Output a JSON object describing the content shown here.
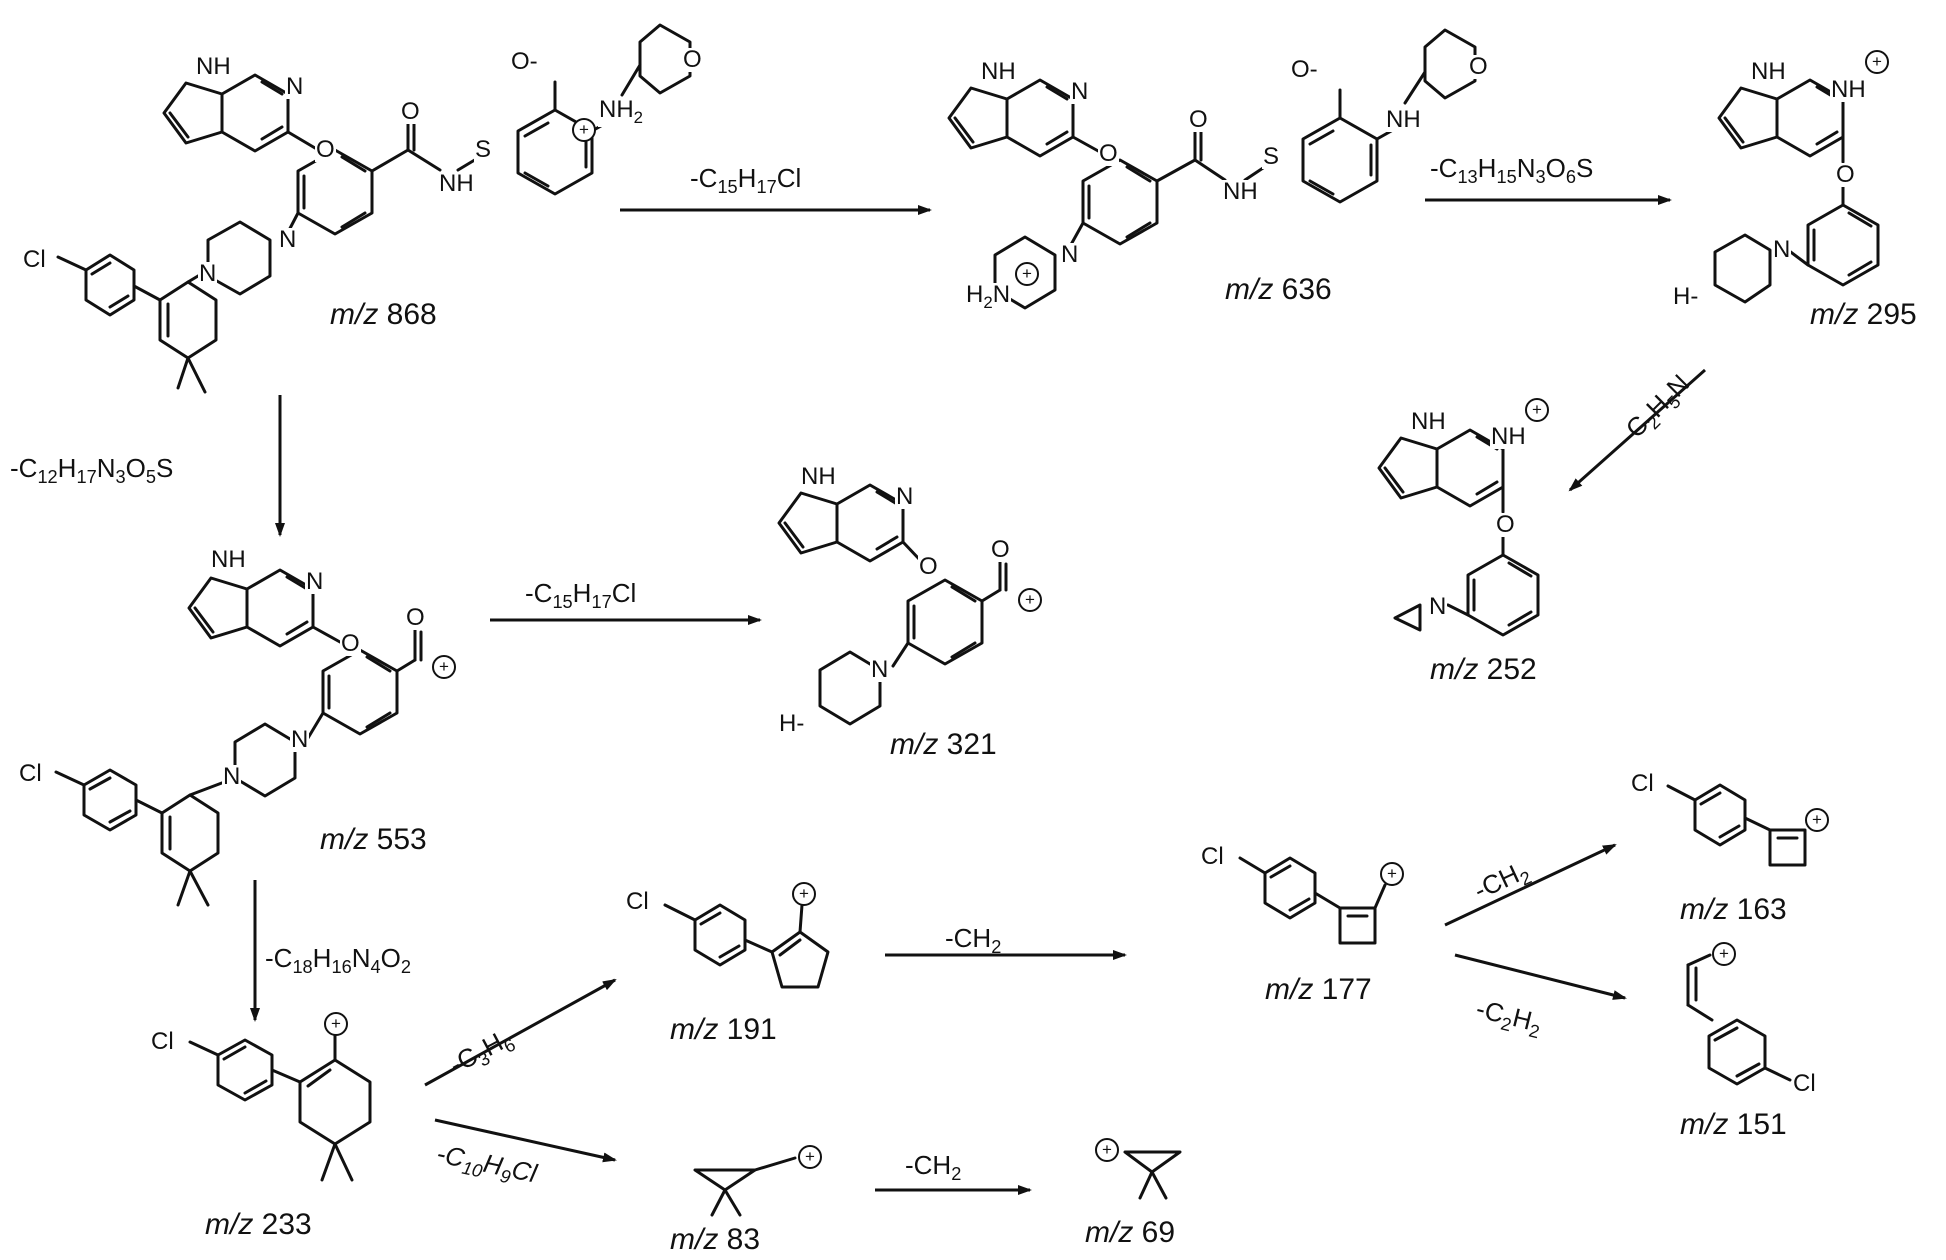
{
  "compounds": {
    "c868": {
      "prefix": "m/z",
      "mass": "868"
    },
    "c636": {
      "prefix": "m/z",
      "mass": "636"
    },
    "c295": {
      "prefix": "m/z",
      "mass": "295"
    },
    "c252": {
      "prefix": "m/z",
      "mass": "252"
    },
    "c553": {
      "prefix": "m/z",
      "mass": "553"
    },
    "c321": {
      "prefix": "m/z",
      "mass": "321"
    },
    "c233": {
      "prefix": "m/z",
      "mass": "233"
    },
    "c191": {
      "prefix": "m/z",
      "mass": "191"
    },
    "c177": {
      "prefix": "m/z",
      "mass": "177"
    },
    "c163": {
      "prefix": "m/z",
      "mass": "163"
    },
    "c151": {
      "prefix": "m/z",
      "mass": "151"
    },
    "c83": {
      "prefix": "m/z",
      "mass": "83"
    },
    "c69": {
      "prefix": "m/z",
      "mass": "69"
    }
  },
  "losses": {
    "l868_636": "-C15H17Cl",
    "l636_295": "-C13H15N3O6S",
    "l295_252": "-C2H5N",
    "l868_553": "-C12H17N3O5S",
    "l553_321": "-C15H17Cl",
    "l553_233": "-C18H16N4O2",
    "l233_191": "-C3H6",
    "l233_83": "-C10H9Cl",
    "l191_177": "-CH2",
    "l177_163": "-CH2",
    "l177_151": "-C2H2",
    "l83_69": "-CH2"
  },
  "atoms": {
    "Cl": "Cl",
    "N": "N",
    "NH": "NH",
    "H": "H",
    "O": "O",
    "S": "S",
    "NH2": "NH2",
    "H2N": "H2N",
    "Hdash": "H-",
    "Ominus": "O-",
    "charge": "+"
  }
}
